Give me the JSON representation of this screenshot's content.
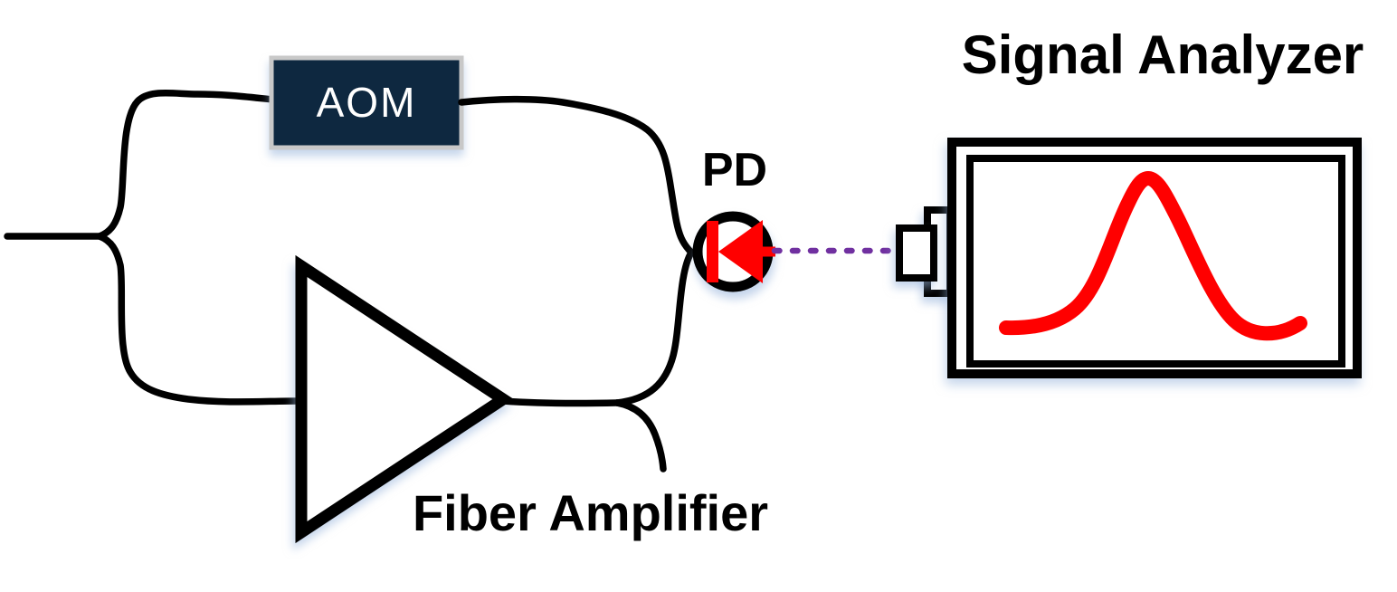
{
  "labels": {
    "aom": "AOM",
    "pd": "PD",
    "signal_analyzer": "Signal Analyzer",
    "fiber_amplifier": "Fiber Amplifier"
  },
  "colors": {
    "ink": "#000000",
    "aom_box_fill": "#0e2840",
    "aom_box_border": "#c8c8c8",
    "aom_text": "#ffffff",
    "trace_red": "#ff0000",
    "diode_red": "#ff0000",
    "beam_purple": "#7030a0",
    "background": "#ffffff"
  },
  "icons": {
    "amplifier_symbol": "amplifier-triangle-icon",
    "photodiode_symbol": "photodiode-icon",
    "analyzer_trace": "spectral-peak-icon"
  }
}
